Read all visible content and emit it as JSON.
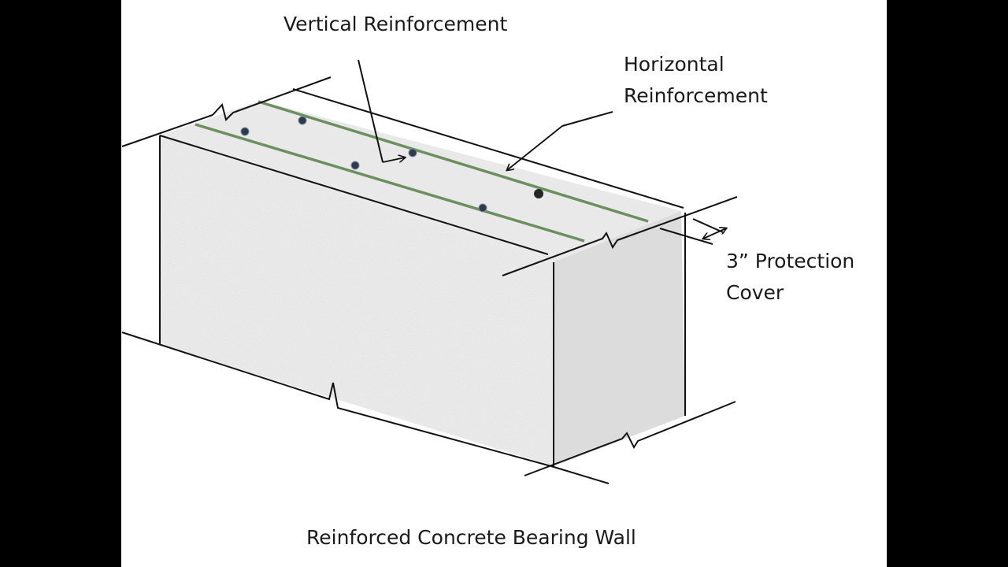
{
  "diagram": {
    "caption": "Reinforced Concrete Bearing Wall",
    "labels": {
      "vertical_reinforcement": "Vertical Reinforcement",
      "horizontal_reinforcement_line1": "Horizontal",
      "horizontal_reinforcement_line2": "Reinforcement",
      "protection_cover_line1": "3” Protection",
      "protection_cover_line2": "Cover"
    },
    "colors": {
      "background_frame": "#000000",
      "canvas": "#ffffff",
      "concrete_front": "#f2f2f2",
      "concrete_top": "#e9e9e9",
      "concrete_side": "#dcdcdc",
      "rebar_horizontal": "#6b8f5e",
      "rebar_vertical": "#2f3b4a",
      "outline": "#111111"
    }
  }
}
